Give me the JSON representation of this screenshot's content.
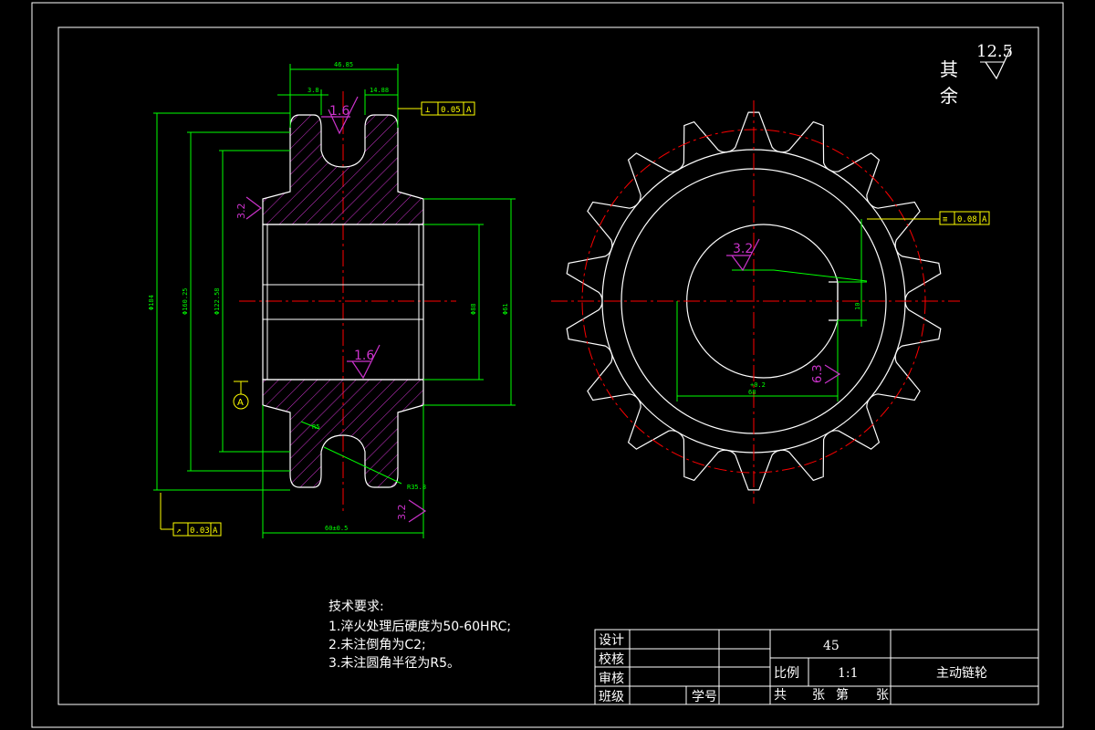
{
  "drawing": {
    "title": "主动链轮",
    "material": "45",
    "scale_label": "比例",
    "scale_value": "1:1",
    "colors": {
      "background": "#000000",
      "outline": "#ffffff",
      "dimension": "#00ff00",
      "centerline": "#ff0000",
      "hatch": "#cc33cc",
      "roughness_symbol": "#cc33cc",
      "tolerance_frame": "#ffff00"
    }
  },
  "surface_roughness": {
    "rest_label_top": "其",
    "rest_label_bottom": "余",
    "rest_value": "12.5",
    "left_view": [
      "1.6",
      "1.6",
      "3.2",
      "3.2"
    ],
    "right_view": [
      "3.2",
      "6.3"
    ]
  },
  "geometric_tolerances": {
    "left_top": {
      "symbol": "⊥",
      "value": "0.05",
      "datum": "A"
    },
    "left_bottom": {
      "symbol": "↗",
      "value": "0.03",
      "datum": "A"
    },
    "right": {
      "symbol": "≡",
      "value": "0.08",
      "datum": "A"
    },
    "datum_label": "A"
  },
  "dimensions_left": {
    "top_overall": "46.85",
    "top_left": "3.8",
    "top_right": "14.88",
    "dia_outer": "Φ184",
    "dia_mid": "Φ160.25",
    "dia_inner": "Φ122.58",
    "bore_lower": "Φ88",
    "bore_upper": "Φ61",
    "hub_length": "60±0.5",
    "radius_note": "R5",
    "tooth_radius": "R35.8"
  },
  "dimensions_right": {
    "keyway_height": "10",
    "bore_width": "68",
    "keyway_tol": "+0.2"
  },
  "technical_requirements": {
    "heading": "技术要求:",
    "items": [
      "1.淬火处理后硬度为50-60HRC;",
      "2.未注倒角为C2;",
      "3.未注圆角半径为R5。"
    ]
  },
  "title_block": {
    "design": "设计",
    "check": "校核",
    "review": "审核",
    "class": "班级",
    "student_no": "学号",
    "sheet_total": "共",
    "sheet_unit1": "张",
    "sheet_no": "第",
    "sheet_unit2": "张"
  }
}
